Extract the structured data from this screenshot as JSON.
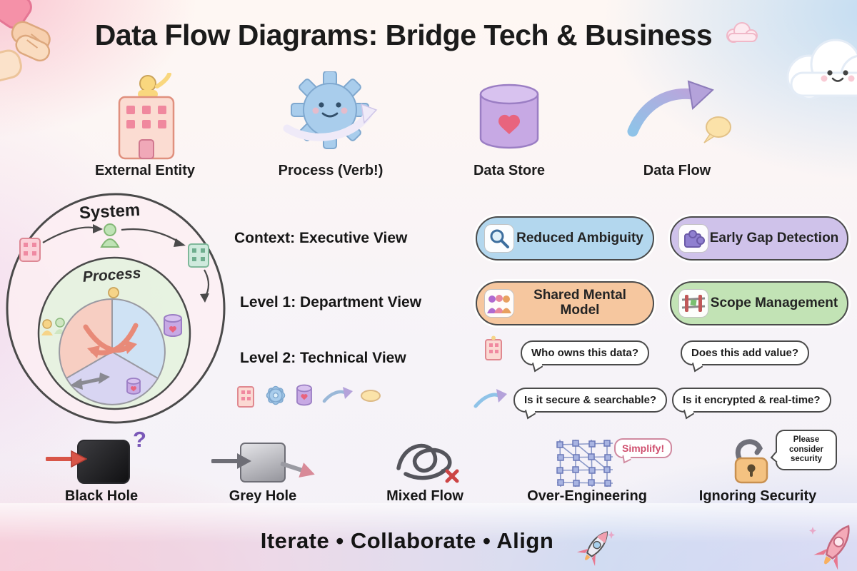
{
  "title": "Data Flow Diagrams: Bridge Tech & Business",
  "symbols": [
    {
      "label": "External Entity",
      "icon": "building-with-person-icon"
    },
    {
      "label": "Process (Verb!)",
      "icon": "smiling-gear-icon"
    },
    {
      "label": "Data Store",
      "icon": "database-cylinder-heart-icon"
    },
    {
      "label": "Data Flow",
      "icon": "curved-arrow-speech-bubble-icon"
    }
  ],
  "nested_view": {
    "outer_label": "System",
    "inner_label": "Process"
  },
  "levels": [
    "Context: Executive View",
    "Level 1: Department View",
    "Level 2: Technical View"
  ],
  "benefits": [
    {
      "label": "Reduced Ambiguity",
      "icon": "magnifier-icon",
      "color": "#b3d7ee"
    },
    {
      "label": "Early Gap Detection",
      "icon": "puzzle-piece-icon",
      "color": "#cfc2ea"
    },
    {
      "label": "Shared Mental Model",
      "icon": "people-group-icon",
      "color": "#f6c79f"
    },
    {
      "label": "Scope Management",
      "icon": "fence-icon",
      "color": "#c2e3b5"
    }
  ],
  "questions": [
    {
      "text": "Who owns this data?",
      "icon": "building-icon"
    },
    {
      "text": "Does this add value?"
    },
    {
      "text": "Is it secure & searchable?",
      "icon": "curved-arrow-icon"
    },
    {
      "text": "Is it encrypted & real-time?"
    }
  ],
  "antipatterns": [
    {
      "label": "Black Hole",
      "icon": "black-square-inflow-icon",
      "note": "?"
    },
    {
      "label": "Grey Hole",
      "icon": "grey-square-arrows-icon"
    },
    {
      "label": "Mixed Flow",
      "icon": "tangled-knot-icon",
      "note": "✗"
    },
    {
      "label": "Over-Engineering",
      "icon": "dense-network-icon",
      "note": "Simplify!"
    },
    {
      "label": "Ignoring Security",
      "icon": "open-padlock-icon",
      "note": "Please consider security"
    }
  ],
  "footer": "Iterate • Collaborate • Align"
}
